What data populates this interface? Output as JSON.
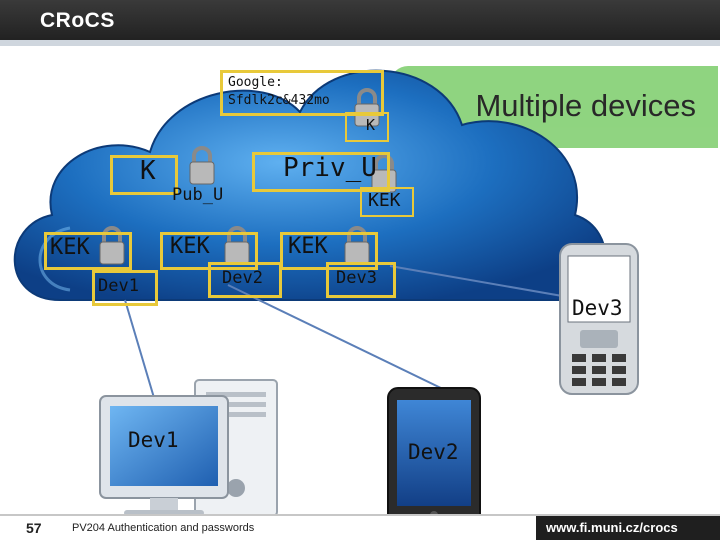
{
  "header": {
    "logo": "CRoCS"
  },
  "slide": {
    "title": "Multiple devices"
  },
  "cloud": {
    "google_label": "Google:\nSfdlk2c&432mo",
    "key_top": "K",
    "k_left": "K",
    "pub_u": "Pub_U",
    "priv_u": "Priv_U",
    "kek_priv": "KEK",
    "kek_1": "KEK",
    "kek_2": "KEK",
    "kek_3": "KEK",
    "dev1": "Dev1",
    "dev2": "Dev2",
    "dev3": "Dev3"
  },
  "devices": {
    "desktop_label": "Dev1",
    "tablet_label": "Dev2",
    "phone_label": "Dev3"
  },
  "footer": {
    "page_number": "57",
    "course": "PV204 Authentication and passwords",
    "url": "www.fi.muni.cz/crocs"
  },
  "colors": {
    "cloud_blue": "#1d6fc0",
    "title_band_green": "#8ad27a",
    "key_box_yellow": "#e8c93a",
    "header_dark": "#2a2a2a"
  },
  "icons": [
    "padlock-icon",
    "cloud-icon",
    "desktop-computer-icon",
    "tablet-icon",
    "phone-icon"
  ]
}
